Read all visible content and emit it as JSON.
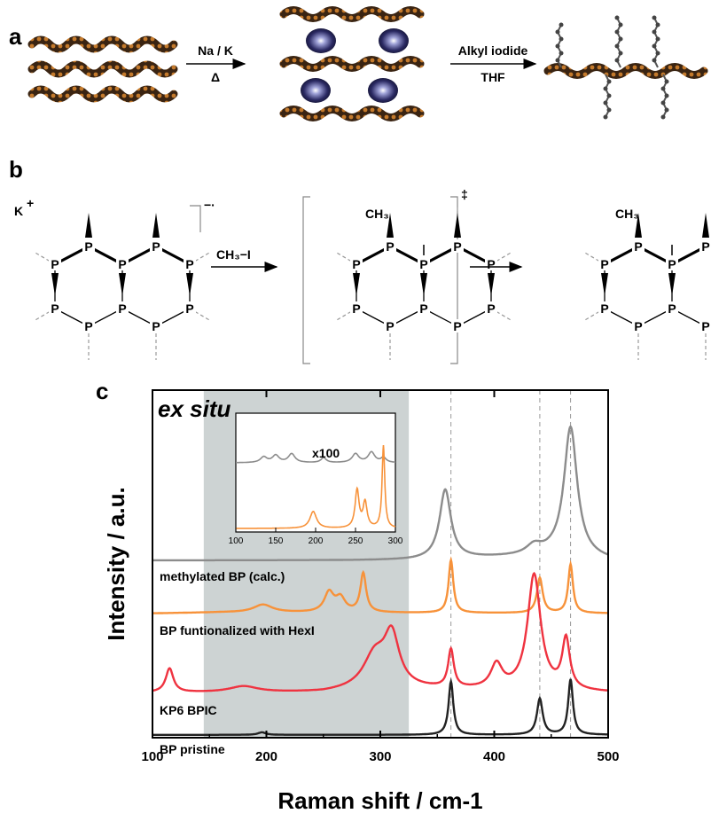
{
  "panel_a": {
    "label": "a",
    "step1": {
      "top": "Na / K",
      "bottom": "Δ"
    },
    "step2": {
      "top": "Alkyl iodide",
      "bottom": "THF"
    }
  },
  "panel_b": {
    "label": "b",
    "cation": "K",
    "cation_charge": "+",
    "anion_charge": "−·",
    "reagent": "CH₃−I",
    "ts_mark": "‡",
    "methyl": "CH₃",
    "atom": "P"
  },
  "panel_c": {
    "label": "c",
    "ex_situ": "ex situ",
    "inset_note": "x100",
    "colors": {
      "calc": "#8c8c8c",
      "hexl": "#f7923a",
      "kp6": "#ef3340",
      "pristine": "#222222",
      "shade": "#cdd3d3"
    }
  },
  "chart_data": {
    "type": "line",
    "xlabel": "Raman shift / cm-1",
    "ylabel": "Intensity / a.u.",
    "xlim": [
      100,
      500
    ],
    "xticks": [
      100,
      200,
      300,
      400,
      500
    ],
    "grid": false,
    "shaded_region": [
      145,
      325
    ],
    "reference_lines": [
      362,
      440,
      467
    ],
    "series": [
      {
        "name": "methylated BP (calc.)",
        "color": "#8c8c8c",
        "baseline": 0,
        "bg": [
          [
            100,
            0
          ],
          [
            280,
            0
          ],
          [
            330,
            0.2
          ],
          [
            420,
            2
          ],
          [
            450,
            3
          ],
          [
            500,
            0
          ]
        ],
        "peaks": [
          [
            357,
            40,
            6
          ],
          [
            435,
            5,
            8
          ],
          [
            467,
            75,
            7
          ]
        ]
      },
      {
        "name": "BP funtionalized with HexI",
        "color": "#f7923a",
        "baseline": 0,
        "bg": [
          [
            100,
            1
          ],
          [
            160,
            1.5
          ],
          [
            500,
            1
          ]
        ],
        "peaks": [
          [
            197,
            4,
            10
          ],
          [
            255,
            10,
            5
          ],
          [
            265,
            7,
            5
          ],
          [
            285,
            20,
            3
          ],
          [
            362,
            27,
            2.5
          ],
          [
            440,
            18,
            3
          ],
          [
            467,
            25,
            2.5
          ]
        ]
      },
      {
        "name": "KP6 BPIC",
        "color": "#ef3340",
        "baseline": 0,
        "bg": [
          [
            100,
            3
          ],
          [
            200,
            3
          ],
          [
            250,
            3
          ],
          [
            300,
            5
          ],
          [
            500,
            3
          ]
        ],
        "peaks": [
          [
            115,
            12,
            4
          ],
          [
            180,
            3,
            15
          ],
          [
            295,
            16,
            12
          ],
          [
            310,
            25,
            8
          ],
          [
            362,
            19,
            3
          ],
          [
            402,
            12,
            6
          ],
          [
            435,
            58,
            7
          ],
          [
            463,
            25,
            4
          ]
        ]
      },
      {
        "name": "BP pristine",
        "color": "#222222",
        "baseline": 0,
        "bg": [
          [
            100,
            0.5
          ],
          [
            500,
            0.5
          ]
        ],
        "peaks": [
          [
            196,
            1.2,
            4
          ],
          [
            362,
            25,
            2.5
          ],
          [
            440,
            17,
            3
          ],
          [
            467,
            26,
            2.5
          ]
        ]
      }
    ],
    "inset": {
      "xlim": [
        100,
        300
      ],
      "xticks": [
        100,
        150,
        200,
        250,
        300
      ],
      "series": [
        {
          "name": "calc x100",
          "color": "#8c8c8c",
          "bg": [
            [
              100,
              0
            ],
            [
              300,
              0
            ]
          ],
          "peaks": [
            [
              135,
              7,
              5
            ],
            [
              150,
              9,
              5
            ],
            [
              170,
              11,
              5
            ],
            [
              210,
              6,
              4
            ],
            [
              250,
              11,
              5
            ],
            [
              270,
              13,
              5
            ],
            [
              285,
              6,
              4
            ]
          ]
        },
        {
          "name": "HexI",
          "color": "#f7923a",
          "bg": [
            [
              100,
              0
            ],
            [
              300,
              0
            ]
          ],
          "peaks": [
            [
              197,
              20,
              5
            ],
            [
              252,
              45,
              3
            ],
            [
              262,
              30,
              3
            ],
            [
              285,
              98,
              2
            ]
          ]
        }
      ]
    }
  }
}
